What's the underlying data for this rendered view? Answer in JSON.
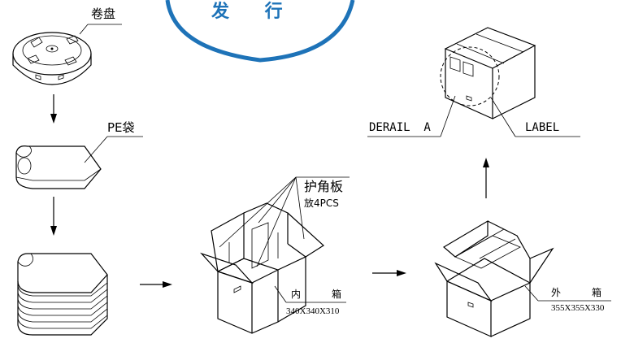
{
  "stamp": {
    "text": "发 行",
    "color": "#1e73b8"
  },
  "reel": {
    "label": "卷盘"
  },
  "pe_bag": {
    "label": "PE袋"
  },
  "corner_board": {
    "label": "护角板",
    "sublabel": "放4PCS"
  },
  "inner_box": {
    "label_left": "内",
    "label_right": "箱",
    "dims": "340X340X310"
  },
  "outer_box": {
    "label_left": "外",
    "label_right": "箱",
    "dims": "355X355X330"
  },
  "detail": {
    "label": "DERAIL  A"
  },
  "label_callout": {
    "label": "LABEL"
  },
  "colors": {
    "line": "#000000",
    "stamp": "#1e73b8"
  }
}
